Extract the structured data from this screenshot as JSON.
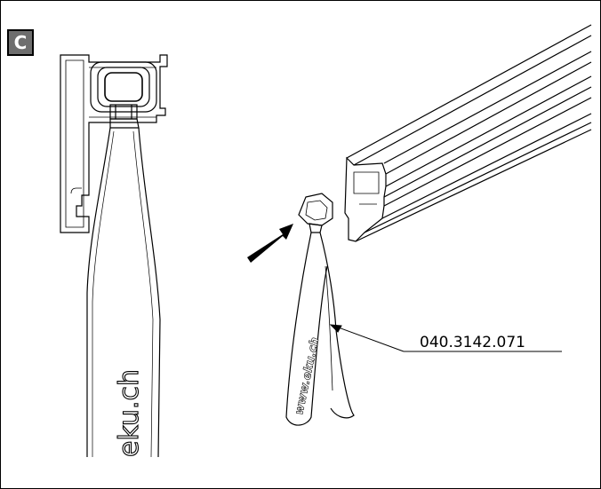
{
  "panel": {
    "label": "C"
  },
  "callout": {
    "part_number": "040.3142.071"
  },
  "tool": {
    "brand_text": "www.eku.ch",
    "brand_text_large": "eku.ch"
  },
  "colors": {
    "line": "#000000",
    "badge_fill": "#6e6e6e",
    "background": "#ffffff"
  }
}
